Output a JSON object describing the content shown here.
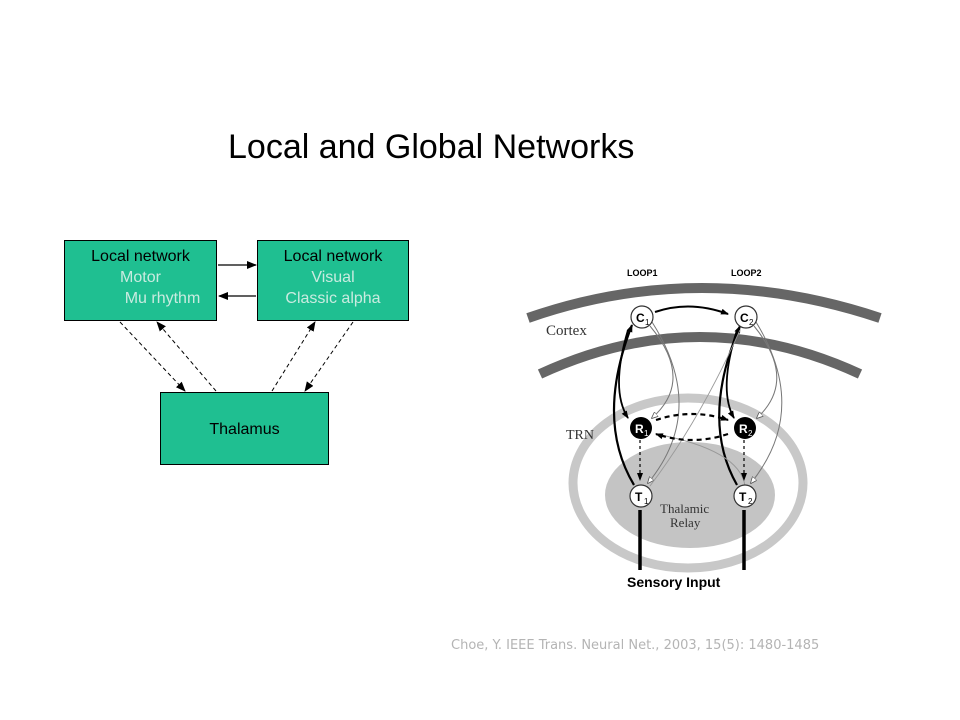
{
  "slide": {
    "title": "Local and Global Networks",
    "citation": "Choe, Y.  IEEE Trans. Neural Net., 2003, 15(5): 1480-1485"
  },
  "network_diagram": {
    "motor_box": {
      "line1": "Local network",
      "line2": "Motor",
      "line3": "Mu rhythm"
    },
    "visual_box": {
      "line1": "Local network",
      "line2": "Visual",
      "line3": "Classic alpha"
    },
    "thalamus_box": {
      "label": "Thalamus"
    },
    "box_color": "#1fbf91"
  },
  "loop_figure": {
    "loop1_label": "LOOP1",
    "loop2_label": "LOOP2",
    "cortex_label": "Cortex",
    "trn_label": "TRN",
    "relay_label_1": "Thalamic",
    "relay_label_2": "Relay",
    "sensory_label": "Sensory Input",
    "nodes": {
      "c1": "C",
      "c1_sub": "1",
      "c2": "C",
      "c2_sub": "2",
      "r1": "R",
      "r1_sub": "1",
      "r2": "R",
      "r2_sub": "2",
      "t1": "T",
      "t1_sub": "1",
      "t2": "T",
      "t2_sub": "2"
    }
  }
}
